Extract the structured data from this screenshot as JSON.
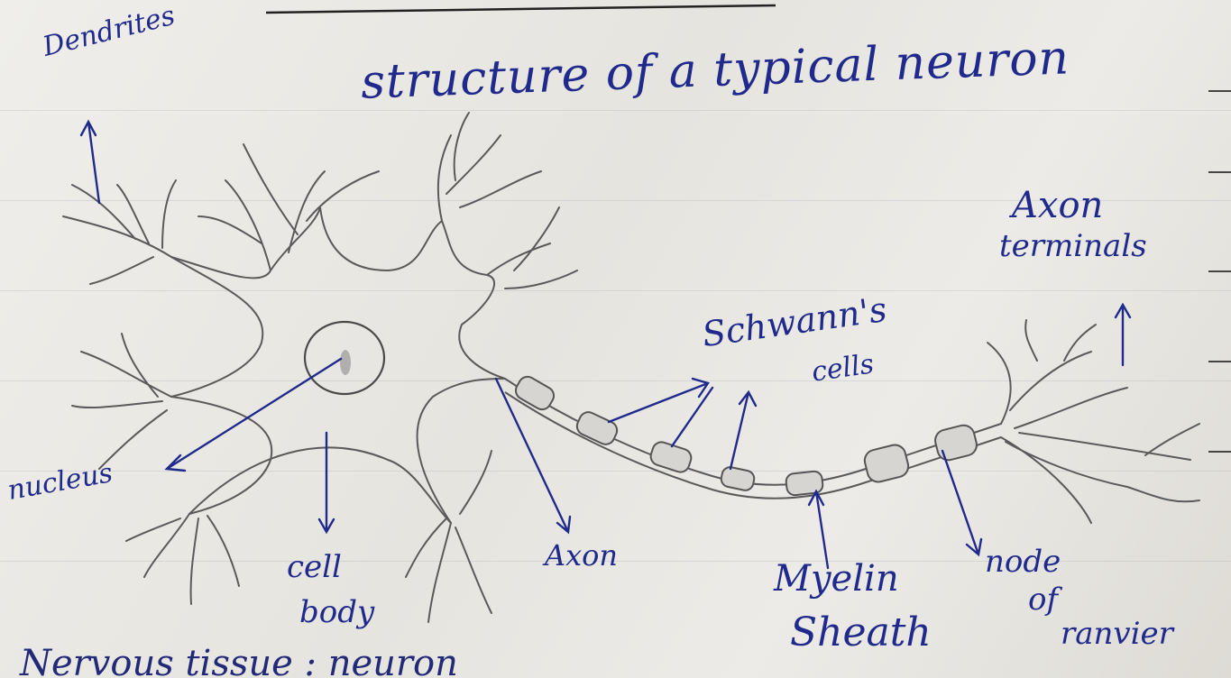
{
  "title": "structure of a typical neuron",
  "labels": {
    "dendrites": "Dendrites",
    "nucleus": "nucleus",
    "cell_body_line1": "cell",
    "cell_body_line2": "body",
    "axon": "Axon",
    "schwann_line1": "Schwann's",
    "schwann_line2": "cells",
    "axon_terminals_line1": "Axon",
    "axon_terminals_line2": "terminals",
    "myelin_line1": "Myelin",
    "myelin_line2": "Sheath",
    "node_line1": "node",
    "node_line2": "of",
    "node_line3": "ranvier"
  },
  "footer_text": "Nervous tissue : neuron",
  "colors": {
    "ink": "#1f2a8c",
    "pencil": "#5a5a5a",
    "paper": "#e9e7e3"
  }
}
